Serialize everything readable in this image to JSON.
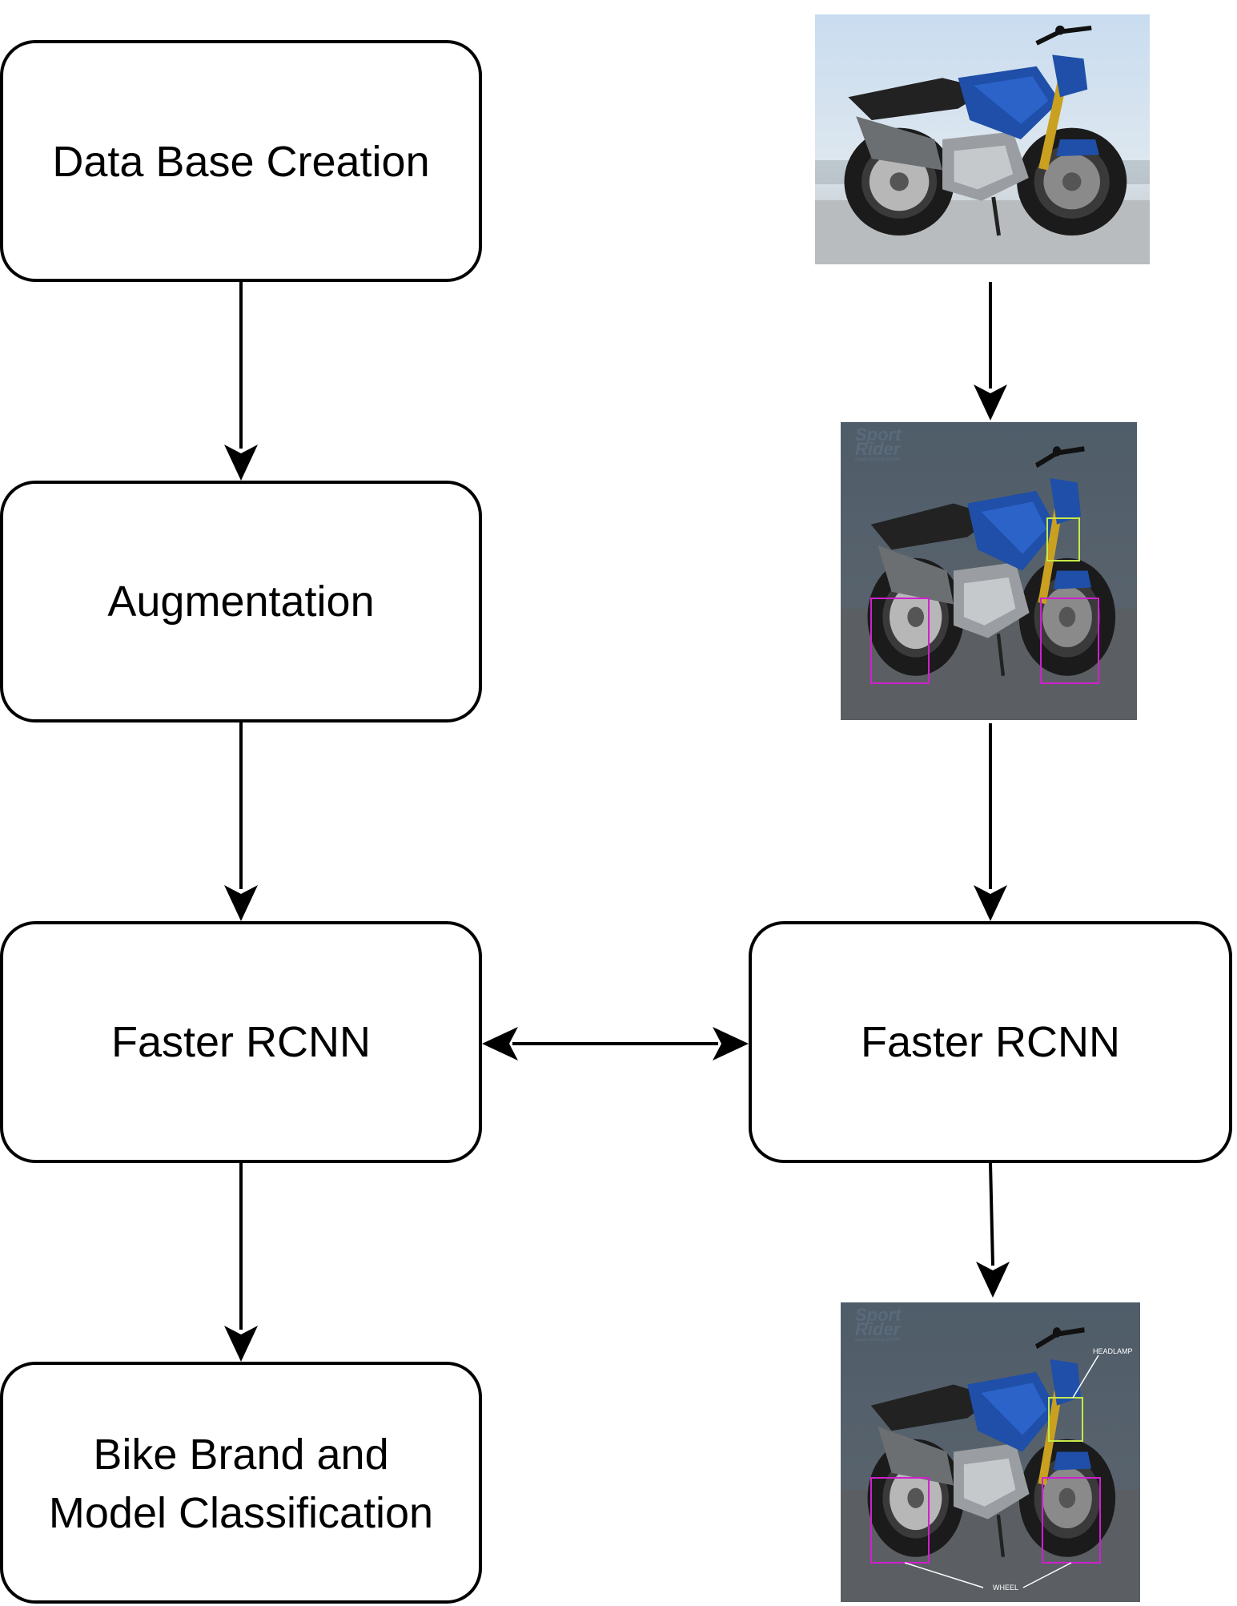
{
  "nodes": {
    "database_creation": "Data Base Creation",
    "augmentation": "Augmentation",
    "faster_rcnn_left": "Faster RCNN",
    "bike_classification_line1": "Bike Brand and",
    "bike_classification_line2": "Model Classification",
    "faster_rcnn_right": "Faster RCNN"
  },
  "images": {
    "input_photo": "motorcycle-photo",
    "detected_photo": "motorcycle-with-bounding-boxes",
    "annotated_photo": "motorcycle-with-labeled-parts",
    "watermark_line1": "Sport",
    "watermark_line2": "Rider",
    "watermark_credit": "Image courtesy of BMW",
    "headlamp_label": "HEADLAMP",
    "wheel_label": "WHEEL"
  },
  "colors": {
    "box_stroke": "#000000",
    "headlamp_box": "#c8e84a",
    "wheel_box": "#d020d0",
    "bike_blue": "#1f4fa8"
  }
}
